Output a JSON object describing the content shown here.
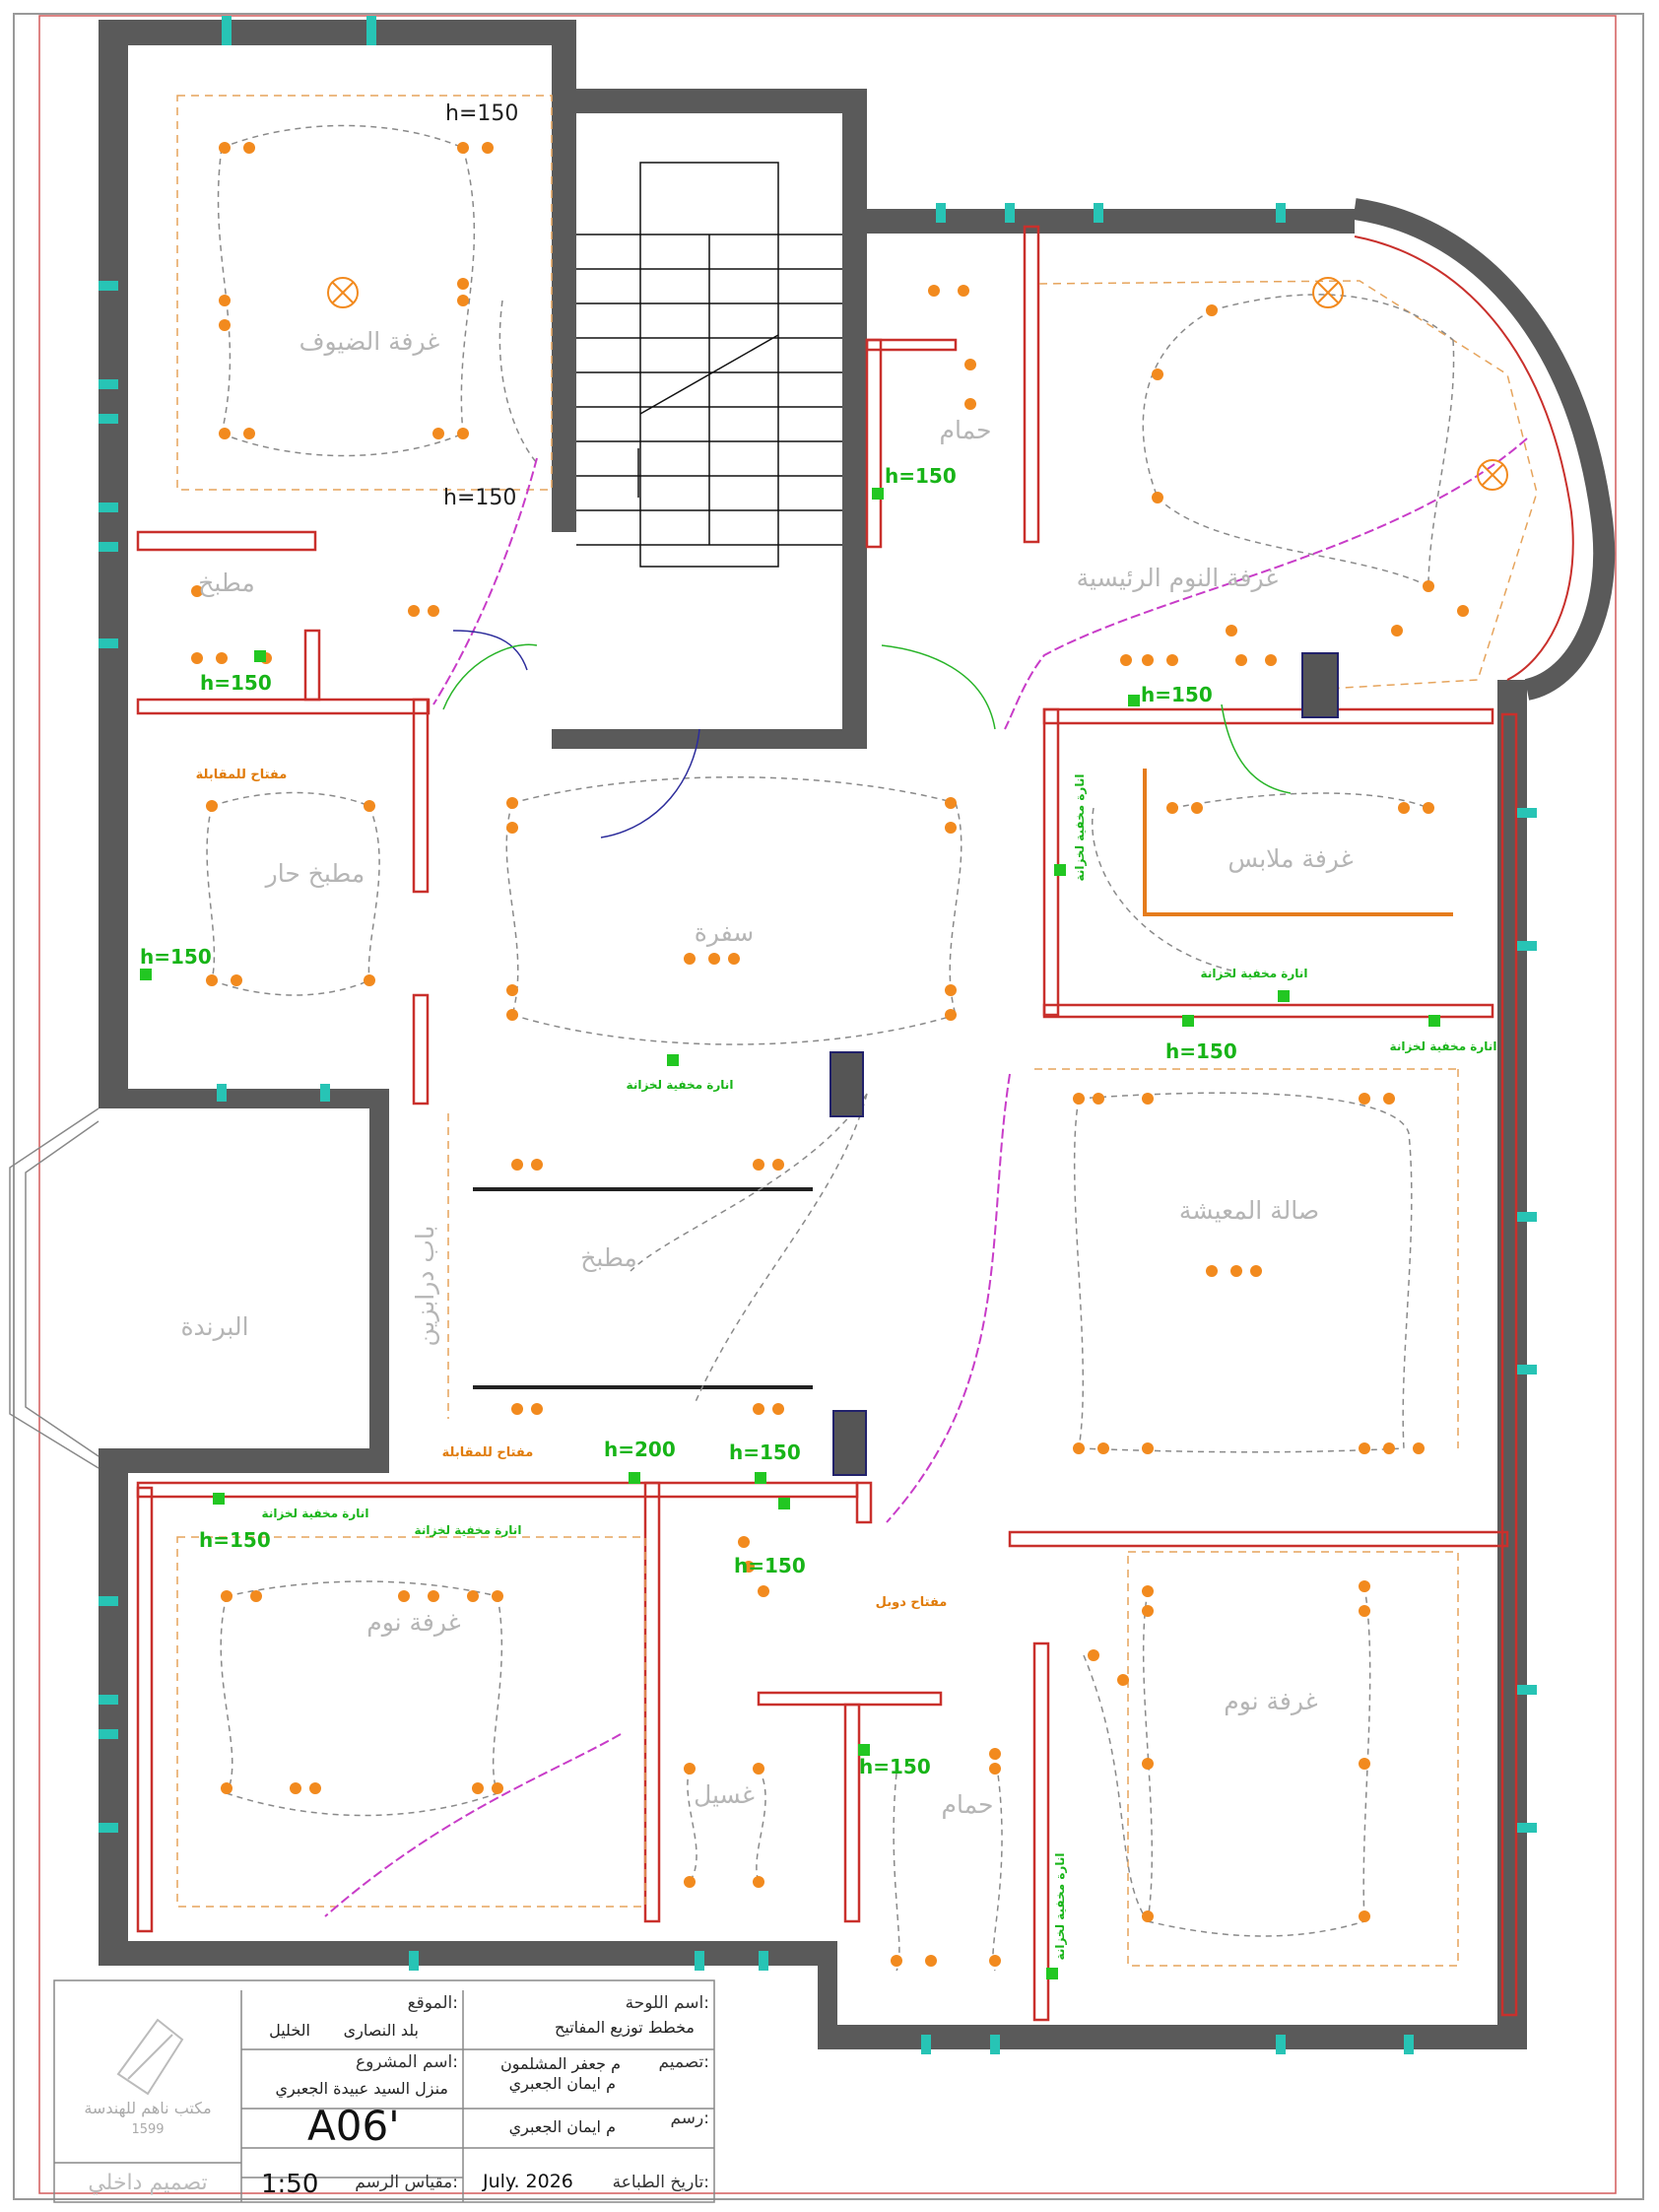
{
  "rooms": {
    "guest": "غرفة الضيوف",
    "bath_top": "حمام",
    "master": "غرفة النوم الرئيسية",
    "toilet": "مطبخ",
    "hot_kitchen": "مطبخ حار",
    "dining": "سفرة",
    "dressing": "غرفة ملابس",
    "living": "صالة المعيشة",
    "kitchen": "مطبخ",
    "kitchen_door": "باب درابزين",
    "veranda": "البرندة",
    "bed1": "غرفة نوم",
    "laundry": "غسيل",
    "bath_bottom": "حمام",
    "bed2": "غرفة نوم"
  },
  "heights": {
    "h150": "h=150",
    "h200": "h=200"
  },
  "notes": {
    "wardrobe_light": "انارة مخفية لخزانة",
    "entry_switch": "مفتاح للمقابلة",
    "double_switch": "مفتاح دوبل"
  },
  "title_block": {
    "office_name": "مكتب ناهم للهندسة",
    "office_code": "1599",
    "panel_label": "اسم اللوحة:",
    "panel_value": "مخطط توزيع المفاتيح",
    "site_label": "الموقع:",
    "site_value": "بلد النصارى",
    "site_city": "الخليل",
    "design_label": "تصميم:",
    "design_value_1": "م جعفر المشلمون",
    "design_value_2": "م ايمان الجعبري",
    "project_label": "اسم المشروع:",
    "project_value": "منزل السيد عبيدة الجعبري",
    "drawn_label": "رسم:",
    "drawn_value": "م ايمان الجعبري",
    "sheet": "A06'",
    "print_label": "تاريخ الطباعة:",
    "print_value": "July. 2026",
    "scale_label": "مقياس الرسم:",
    "scale_value": "1:50",
    "footer": "تصميم داخلي"
  },
  "colors": {
    "wall": "#5a5a5a",
    "partition": "#c9302c",
    "fixture": "#f28a1e",
    "switch": "#22c722",
    "wire": "#8a8a8a",
    "feeder": "#c83cc8"
  }
}
